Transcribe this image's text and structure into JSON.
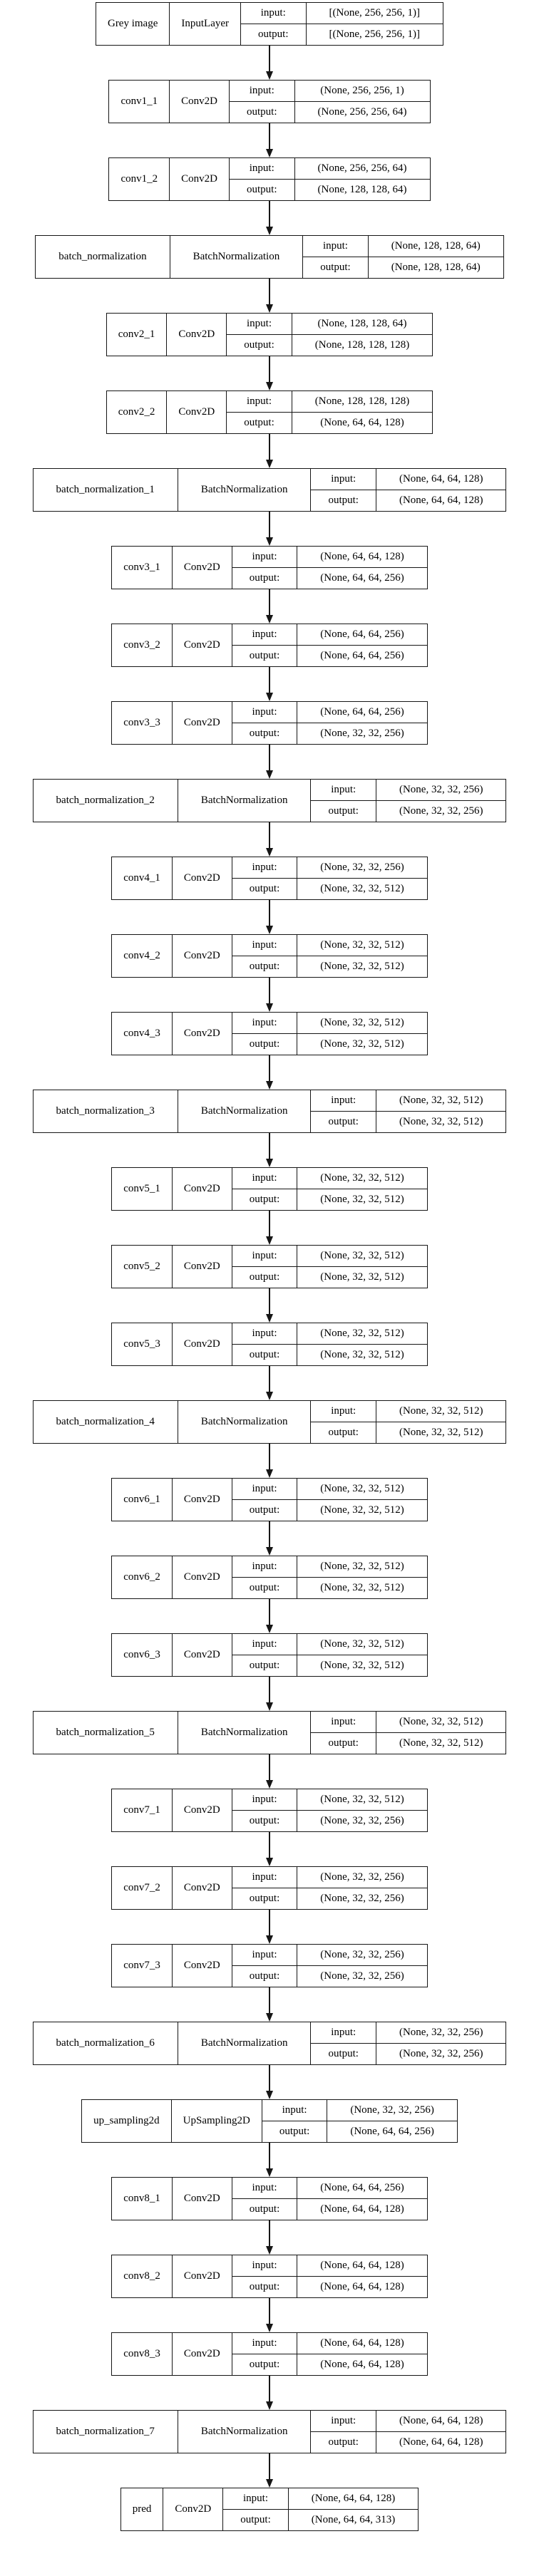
{
  "diagram": {
    "labels": {
      "input": "input:",
      "output": "output:"
    },
    "nodes": [
      {
        "name": "Grey image",
        "type": "InputLayer",
        "input": "[(None, 256, 256, 1)]",
        "output": "[(None, 256, 256, 1)]"
      },
      {
        "name": "conv1_1",
        "type": "Conv2D",
        "input": "(None, 256, 256, 1)",
        "output": "(None, 256, 256, 64)"
      },
      {
        "name": "conv1_2",
        "type": "Conv2D",
        "input": "(None, 256, 256, 64)",
        "output": "(None, 128, 128, 64)"
      },
      {
        "name": "batch_normalization",
        "type": "BatchNormalization",
        "input": "(None, 128, 128, 64)",
        "output": "(None, 128, 128, 64)"
      },
      {
        "name": "conv2_1",
        "type": "Conv2D",
        "input": "(None, 128, 128, 64)",
        "output": "(None, 128, 128, 128)"
      },
      {
        "name": "conv2_2",
        "type": "Conv2D",
        "input": "(None, 128, 128, 128)",
        "output": "(None, 64, 64, 128)"
      },
      {
        "name": "batch_normalization_1",
        "type": "BatchNormalization",
        "input": "(None, 64, 64, 128)",
        "output": "(None, 64, 64, 128)"
      },
      {
        "name": "conv3_1",
        "type": "Conv2D",
        "input": "(None, 64, 64, 128)",
        "output": "(None, 64, 64, 256)"
      },
      {
        "name": "conv3_2",
        "type": "Conv2D",
        "input": "(None, 64, 64, 256)",
        "output": "(None, 64, 64, 256)"
      },
      {
        "name": "conv3_3",
        "type": "Conv2D",
        "input": "(None, 64, 64, 256)",
        "output": "(None, 32, 32, 256)"
      },
      {
        "name": "batch_normalization_2",
        "type": "BatchNormalization",
        "input": "(None, 32, 32, 256)",
        "output": "(None, 32, 32, 256)"
      },
      {
        "name": "conv4_1",
        "type": "Conv2D",
        "input": "(None, 32, 32, 256)",
        "output": "(None, 32, 32, 512)"
      },
      {
        "name": "conv4_2",
        "type": "Conv2D",
        "input": "(None, 32, 32, 512)",
        "output": "(None, 32, 32, 512)"
      },
      {
        "name": "conv4_3",
        "type": "Conv2D",
        "input": "(None, 32, 32, 512)",
        "output": "(None, 32, 32, 512)"
      },
      {
        "name": "batch_normalization_3",
        "type": "BatchNormalization",
        "input": "(None, 32, 32, 512)",
        "output": "(None, 32, 32, 512)"
      },
      {
        "name": "conv5_1",
        "type": "Conv2D",
        "input": "(None, 32, 32, 512)",
        "output": "(None, 32, 32, 512)"
      },
      {
        "name": "conv5_2",
        "type": "Conv2D",
        "input": "(None, 32, 32, 512)",
        "output": "(None, 32, 32, 512)"
      },
      {
        "name": "conv5_3",
        "type": "Conv2D",
        "input": "(None, 32, 32, 512)",
        "output": "(None, 32, 32, 512)"
      },
      {
        "name": "batch_normalization_4",
        "type": "BatchNormalization",
        "input": "(None, 32, 32, 512)",
        "output": "(None, 32, 32, 512)"
      },
      {
        "name": "conv6_1",
        "type": "Conv2D",
        "input": "(None, 32, 32, 512)",
        "output": "(None, 32, 32, 512)"
      },
      {
        "name": "conv6_2",
        "type": "Conv2D",
        "input": "(None, 32, 32, 512)",
        "output": "(None, 32, 32, 512)"
      },
      {
        "name": "conv6_3",
        "type": "Conv2D",
        "input": "(None, 32, 32, 512)",
        "output": "(None, 32, 32, 512)"
      },
      {
        "name": "batch_normalization_5",
        "type": "BatchNormalization",
        "input": "(None, 32, 32, 512)",
        "output": "(None, 32, 32, 512)"
      },
      {
        "name": "conv7_1",
        "type": "Conv2D",
        "input": "(None, 32, 32, 512)",
        "output": "(None, 32, 32, 256)"
      },
      {
        "name": "conv7_2",
        "type": "Conv2D",
        "input": "(None, 32, 32, 256)",
        "output": "(None, 32, 32, 256)"
      },
      {
        "name": "conv7_3",
        "type": "Conv2D",
        "input": "(None, 32, 32, 256)",
        "output": "(None, 32, 32, 256)"
      },
      {
        "name": "batch_normalization_6",
        "type": "BatchNormalization",
        "input": "(None, 32, 32, 256)",
        "output": "(None, 32, 32, 256)"
      },
      {
        "name": "up_sampling2d",
        "type": "UpSampling2D",
        "input": "(None, 32, 32, 256)",
        "output": "(None, 64, 64, 256)"
      },
      {
        "name": "conv8_1",
        "type": "Conv2D",
        "input": "(None, 64, 64, 256)",
        "output": "(None, 64, 64, 128)"
      },
      {
        "name": "conv8_2",
        "type": "Conv2D",
        "input": "(None, 64, 64, 128)",
        "output": "(None, 64, 64, 128)"
      },
      {
        "name": "conv8_3",
        "type": "Conv2D",
        "input": "(None, 64, 64, 128)",
        "output": "(None, 64, 64, 128)"
      },
      {
        "name": "batch_normalization_7",
        "type": "BatchNormalization",
        "input": "(None, 64, 64, 128)",
        "output": "(None, 64, 64, 128)"
      },
      {
        "name": "pred",
        "type": "Conv2D",
        "input": "(None, 64, 64, 128)",
        "output": "(None, 64, 64, 313)"
      }
    ]
  }
}
